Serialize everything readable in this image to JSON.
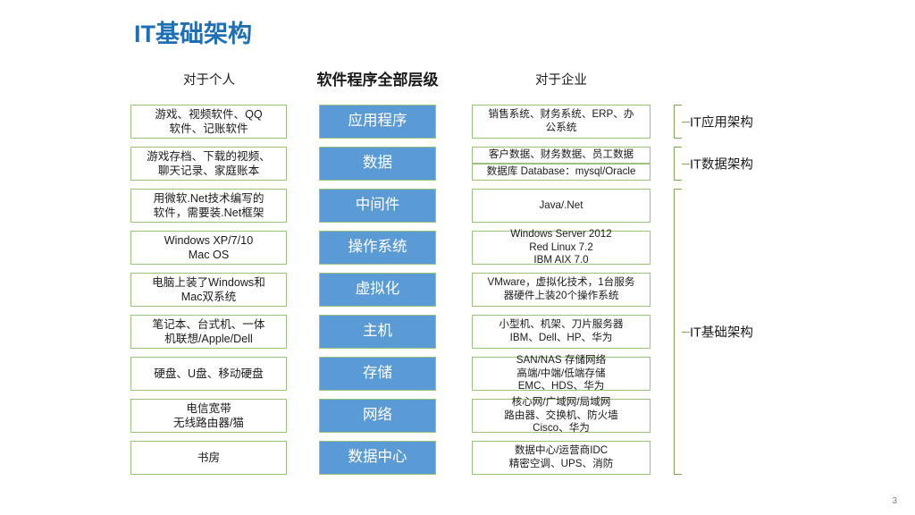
{
  "slide": {
    "title": "IT基础架构",
    "page_number": "3",
    "accent_blue": "#5B9BD5",
    "title_blue": "#1F6FB5",
    "border_green": "#9CC37D",
    "bracket_green": "#7EA855"
  },
  "headers": {
    "personal": "对于个人",
    "layers": "软件程序全部层级",
    "enterprise": "对于企业"
  },
  "personal_column": [
    {
      "lines": [
        "游戏、视频软件、QQ",
        "软件、记账软件"
      ]
    },
    {
      "lines": [
        "游戏存档、下载的视频、",
        "聊天记录、家庭账本"
      ]
    },
    {
      "lines": [
        "用微软.Net技术编写的",
        "软件，需要装.Net框架"
      ]
    },
    {
      "lines": [
        "Windows XP/7/10",
        "Mac OS"
      ]
    },
    {
      "lines": [
        "电脑上装了Windows和",
        "Mac双系统"
      ]
    },
    {
      "lines": [
        "笔记本、台式机、一体",
        "机联想/Apple/Dell"
      ]
    },
    {
      "lines": [
        "硬盘、U盘、移动硬盘"
      ]
    },
    {
      "lines": [
        "电信宽带",
        "无线路由器/猫"
      ]
    },
    {
      "lines": [
        "书房"
      ]
    }
  ],
  "layer_column": [
    {
      "label": "应用程序"
    },
    {
      "label": "数据"
    },
    {
      "label": "中间件"
    },
    {
      "label": "操作系统"
    },
    {
      "label": "虚拟化"
    },
    {
      "label": "主机"
    },
    {
      "label": "存储"
    },
    {
      "label": "网络"
    },
    {
      "label": "数据中心"
    }
  ],
  "enterprise_column": [
    {
      "lines": [
        "销售系统、财务系统、ERP、办",
        "公系统"
      ]
    },
    {
      "lines": [
        "客户数据、财务数据、员工数据"
      ]
    },
    {
      "lines": [
        "数据库 Database：mysql/Oracle"
      ]
    },
    {
      "lines": [
        "Java/.Net"
      ]
    },
    {
      "lines": [
        "Windows Server 2012",
        "Red Linux 7.2",
        "IBM AIX 7.0"
      ]
    },
    {
      "lines": [
        "VMware，虚拟化技术，1台服务",
        "器硬件上装20个操作系统"
      ]
    },
    {
      "lines": [
        "小型机、机架、刀片服务器",
        "IBM、Dell、HP、华为"
      ]
    },
    {
      "lines": [
        "SAN/NAS 存储网络",
        "高端/中端/低端存储",
        "EMC、HDS、华为"
      ]
    },
    {
      "lines": [
        "核心网/广域网/局域网",
        "路由器、交换机、防火墙",
        "Cisco、华为"
      ]
    },
    {
      "lines": [
        "数据中心/运营商IDC",
        "精密空调、UPS、消防"
      ]
    }
  ],
  "brackets": [
    {
      "label": "IT应用架构"
    },
    {
      "label": "IT数据架构"
    },
    {
      "label": "IT基础架构"
    }
  ]
}
